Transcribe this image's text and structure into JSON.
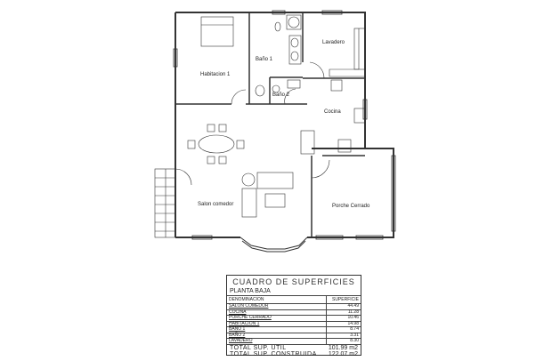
{
  "rooms": {
    "habitacion1": "Habitacion 1",
    "bano1": "Baño 1",
    "bano2": "Baño 2",
    "lavadero": "Lavadero",
    "cocina": "Cocina",
    "salon": "Salon comedor",
    "porche": "Porche Cerrado"
  },
  "table": {
    "title": "CUADRO DE SUPERFICIES",
    "subtitle": "PLANTA BAJA",
    "col_name": "DENOMINACION",
    "col_value": "SUPERFICIE",
    "rows": [
      {
        "name": "SALON COMEDOR",
        "value": "44.49"
      },
      {
        "name": "COCINA",
        "value": "11.28"
      },
      {
        "name": "PORCHE CERRADO",
        "value": "10.46"
      },
      {
        "name": "HABITACION 1",
        "value": "14.98"
      },
      {
        "name": "BAÑO 1",
        "value": "8.74"
      },
      {
        "name": "BAÑO 2",
        "value": "3.31"
      },
      {
        "name": "LAVADERO",
        "value": "8.30"
      }
    ],
    "total_util_label": "TOTAL SUP. UTIL",
    "total_util_value": "101.99 m2",
    "total_const_label": "TOTAL SUP. CONSTRUIDA",
    "total_const_value": "122.07 m2"
  }
}
